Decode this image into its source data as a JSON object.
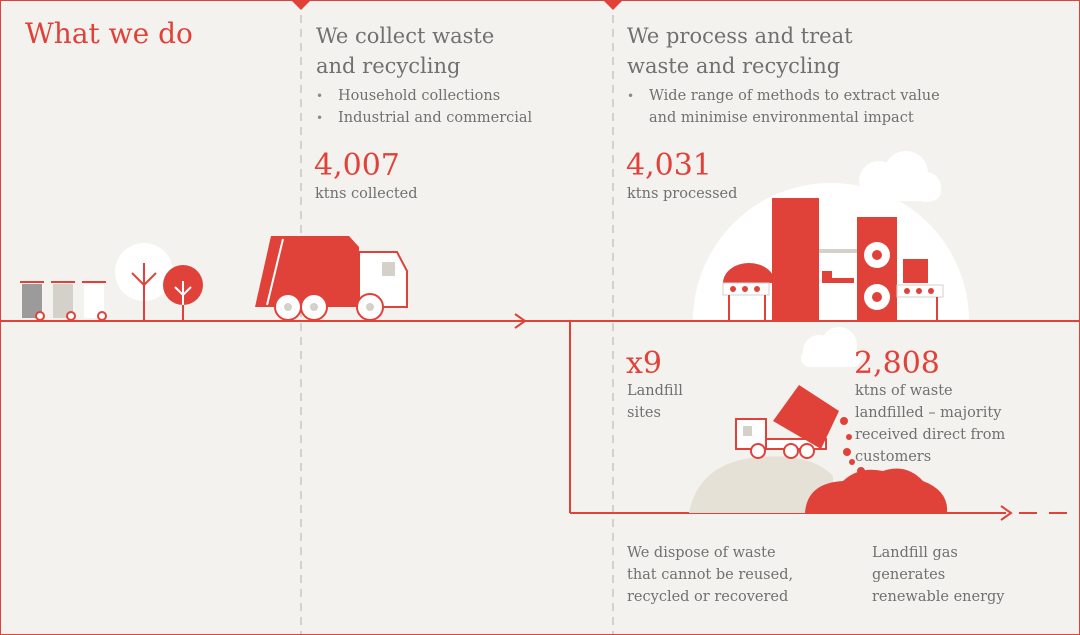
{
  "title": "What we do",
  "collect": {
    "heading": "We collect waste\nand recycling",
    "bullets": [
      "Household collections",
      "Industrial and commercial"
    ],
    "value": "4,007",
    "unit": "ktns collected"
  },
  "process": {
    "heading": "We process and treat\nwaste and recycling",
    "bullets": [
      "Wide range of methods to extract value\nand minimise environmental impact"
    ],
    "value": "4,031",
    "unit": "ktns processed"
  },
  "landfill_sites": {
    "value": "x9",
    "label": "Landfill\nsites"
  },
  "landfilled": {
    "value": "2,808",
    "label": "ktns of waste\nlandfilled – majority\nreceived direct from\ncustomers"
  },
  "dispose": {
    "text": "We dispose of waste\nthat cannot be reused,\nrecycled or recovered"
  },
  "gas": {
    "text": "Landfill gas\ngenerates\nrenewable energy"
  },
  "colors": {
    "accent": "#e0423a",
    "text": "#707070",
    "background": "#f4f2ee",
    "grey": "#9b9b9b",
    "sand": "#e6e1d6"
  }
}
